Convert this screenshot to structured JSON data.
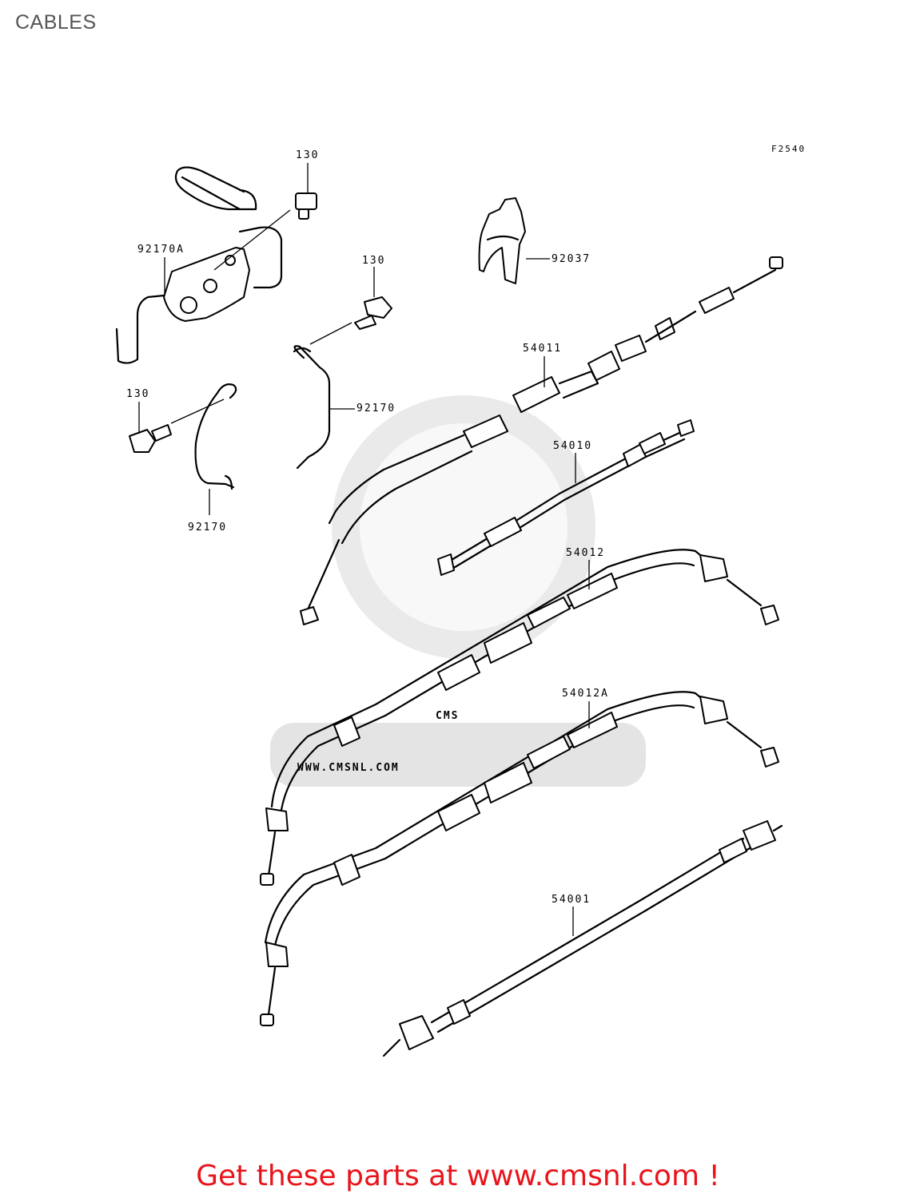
{
  "header": {
    "title": "CABLES",
    "figure_code": "F2540"
  },
  "watermark": {
    "brand": "CMS",
    "url": "WWW.CMSNL.COM",
    "color": "#d8d8d8"
  },
  "callouts": {
    "bolt_top": "130",
    "bracket": "92170A",
    "bolt_mid": "130",
    "clamp": "92037",
    "bolt_left": "130",
    "stay_right": "92170",
    "stay_left": "92170",
    "cable_54011": "54011",
    "cable_54010": "54010",
    "cable_54012": "54012",
    "cable_54012a": "54012A",
    "cable_54001": "54001"
  },
  "footer": {
    "promo": "Get these parts at www.cmsnl.com !",
    "color": "#e8141b"
  }
}
